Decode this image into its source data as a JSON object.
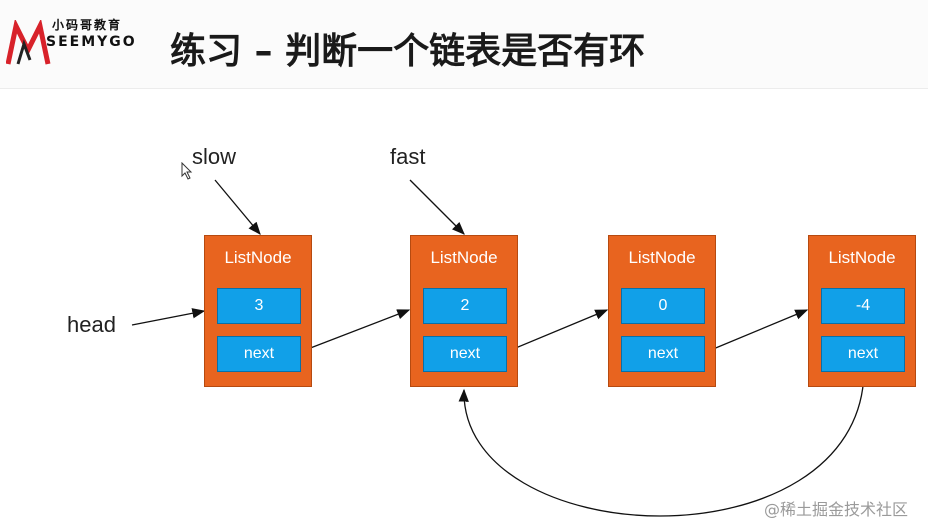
{
  "header": {
    "logo_cn": "小码哥教育",
    "logo_en": "SEEMYGO",
    "title": "练习 – 判断一个链表是否有环"
  },
  "labels": {
    "slow": "slow",
    "fast": "fast",
    "head": "head"
  },
  "nodes": [
    {
      "title": "ListNode",
      "value": "3",
      "next": "next"
    },
    {
      "title": "ListNode",
      "value": "2",
      "next": "next"
    },
    {
      "title": "ListNode",
      "value": "0",
      "next": "next"
    },
    {
      "title": "ListNode",
      "value": "-4",
      "next": "next"
    }
  ],
  "watermark": "@稀土掘金技术社区",
  "colors": {
    "node": "#e8641f",
    "cell": "#11a0e8",
    "logo_red": "#d8222a"
  }
}
